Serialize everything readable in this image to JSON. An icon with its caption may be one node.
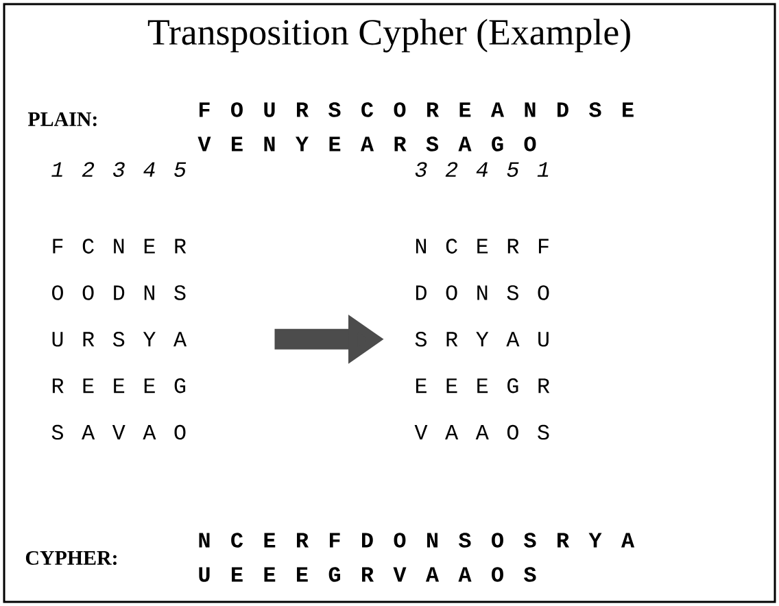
{
  "diagram": {
    "title": "Transposition Cypher (Example)",
    "nodes": [
      {
        "text": [
          "1 2 3 4 5",
          "F C N E R",
          "O O D N S",
          "U R S Y A",
          "R E E E G",
          "S A V A O"
        ]
      },
      {
        "text": [
          "3 2 4 5 1",
          "N C E R F",
          "D O N S O",
          "S R Y A U",
          "E E E G R",
          "V A A O S"
        ]
      }
    ],
    "edges": [
      {
        "from": 0,
        "to": 1,
        "arrow": "to"
      }
    ],
    "labels": [
      "PLAIN:",
      "F O U R S C O R E A N D S E",
      "V E N Y E A R S A G O",
      "CYPHER:",
      "N C E R F D O N S O S R Y A",
      "U E E E G R V A A O S"
    ]
  }
}
